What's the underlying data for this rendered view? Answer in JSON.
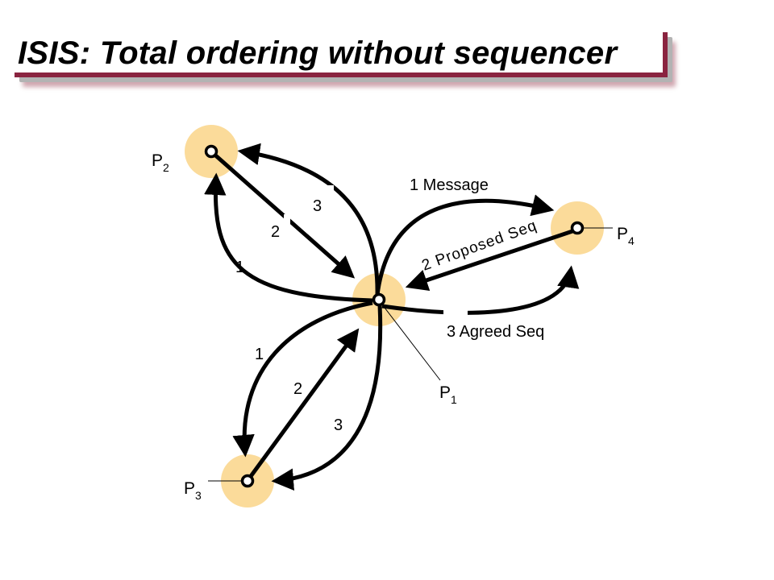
{
  "title": "ISIS: Total ordering without sequencer",
  "colors": {
    "node_halo": "#FBDB9A",
    "arrow": "#000000",
    "title_accent": "#8A2440"
  },
  "nodes": {
    "p1": {
      "label": "P",
      "sub": "1"
    },
    "p2": {
      "label": "P",
      "sub": "2"
    },
    "p3": {
      "label": "P",
      "sub": "3"
    },
    "p4": {
      "label": "P",
      "sub": "4"
    }
  },
  "p2_arrows": {
    "a1": "1",
    "a2": "2",
    "a3": "3"
  },
  "p3_arrows": {
    "a1": "1",
    "a2": "2",
    "a3": "3"
  },
  "p4_arrows": {
    "a1": "1 Message",
    "a2": "2 Proposed Seq",
    "a3": "3 Agreed Seq"
  }
}
